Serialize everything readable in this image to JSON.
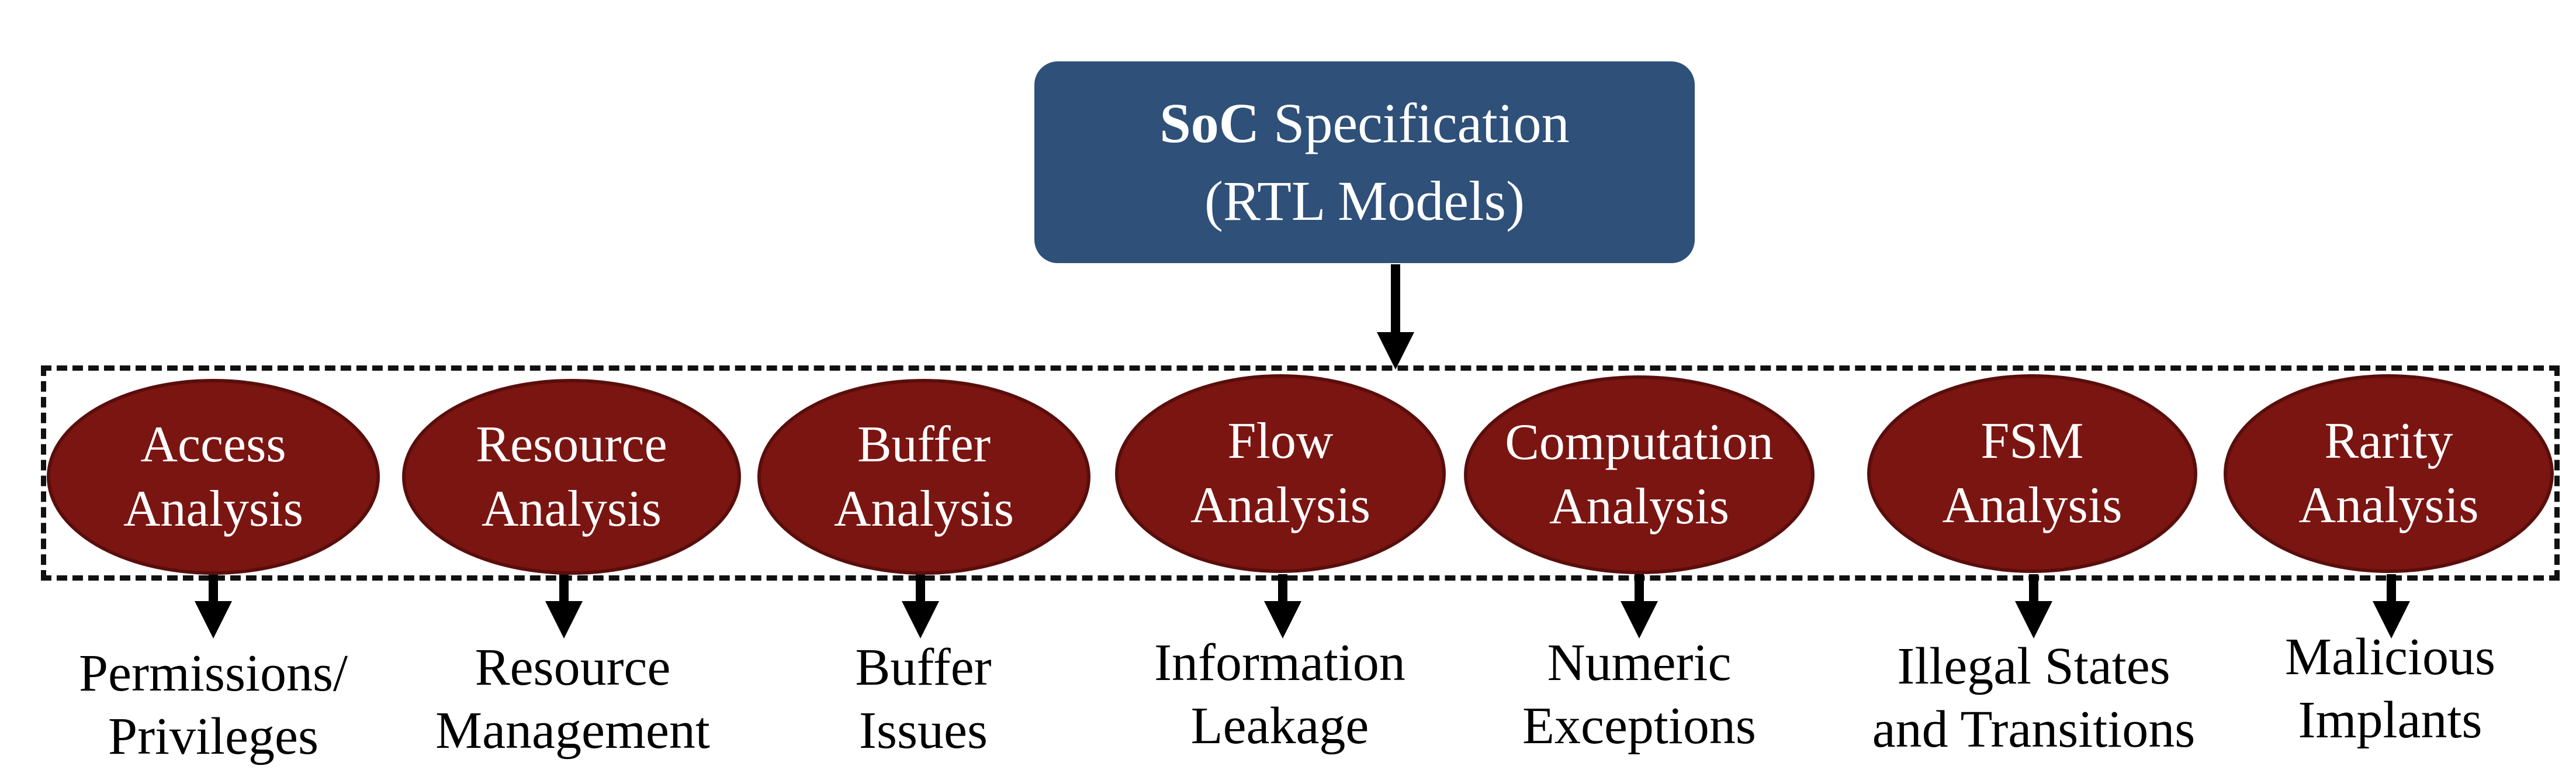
{
  "spec": {
    "title_bold": "SoC",
    "title_rest": " Specification",
    "subtitle": "(RTL Models)"
  },
  "analyses": [
    {
      "line1": "Access",
      "line2": "Analysis",
      "result1": "Permissions/",
      "result2": "Privileges"
    },
    {
      "line1": "Resource",
      "line2": "Analysis",
      "result1": "Resource",
      "result2": "Management"
    },
    {
      "line1": "Buffer",
      "line2": "Analysis",
      "result1": "Buffer",
      "result2": "Issues"
    },
    {
      "line1": "Flow",
      "line2": "Analysis",
      "result1": "Information",
      "result2": "Leakage"
    },
    {
      "line1": "Computation",
      "line2": "Analysis",
      "result1": "Numeric",
      "result2": "Exceptions"
    },
    {
      "line1": "FSM",
      "line2": "Analysis",
      "result1": "Illegal States",
      "result2": "and Transitions"
    },
    {
      "line1": "Rarity",
      "line2": "Analysis",
      "result1": "Malicious",
      "result2": "Implants"
    }
  ],
  "colors": {
    "spec_box": "#2e5079",
    "analysis_ellipse": "#7b1512",
    "arrow": "#000000"
  }
}
